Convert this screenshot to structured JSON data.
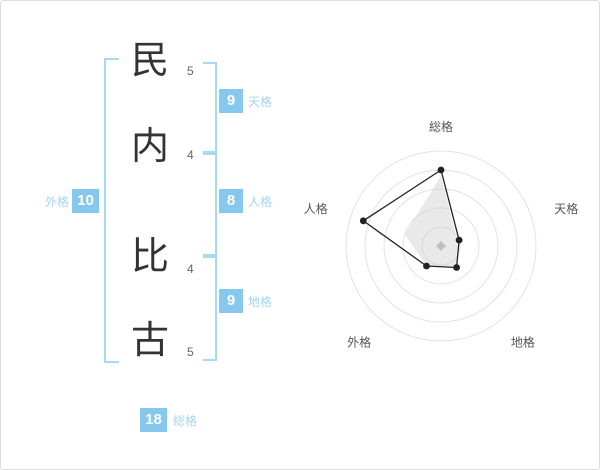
{
  "name": {
    "chars": [
      {
        "char": "民",
        "strokes": "5"
      },
      {
        "char": "内",
        "strokes": "4"
      },
      {
        "char": "比",
        "strokes": "4"
      },
      {
        "char": "古",
        "strokes": "5"
      }
    ]
  },
  "kakusu": {
    "tenkaku": {
      "label": "天格",
      "value": "9"
    },
    "jinkaku": {
      "label": "人格",
      "value": "8"
    },
    "chikaku": {
      "label": "地格",
      "value": "9"
    },
    "gaikaku": {
      "label": "外格",
      "value": "10"
    },
    "soukaku": {
      "label": "総格",
      "value": "18"
    }
  },
  "colors": {
    "accent": "#86c8ed",
    "accent_label": "#a5d5f0",
    "bracket": "#a8d9f4",
    "char_text": "#333333",
    "ring": "#e2e2e2"
  },
  "chart_data": {
    "type": "radar",
    "categories": [
      "総格",
      "天格",
      "地格",
      "外格",
      "人格"
    ],
    "series": [
      {
        "name": "outline",
        "style": "line",
        "values": [
          4.0,
          1.0,
          1.4,
          1.3,
          4.3
        ]
      },
      {
        "name": "fill",
        "style": "area",
        "values": [
          3.7,
          0.9,
          1.4,
          1.3,
          2.0
        ]
      }
    ],
    "max": 5,
    "rings": 5,
    "legend": "none",
    "grid": "circles"
  }
}
